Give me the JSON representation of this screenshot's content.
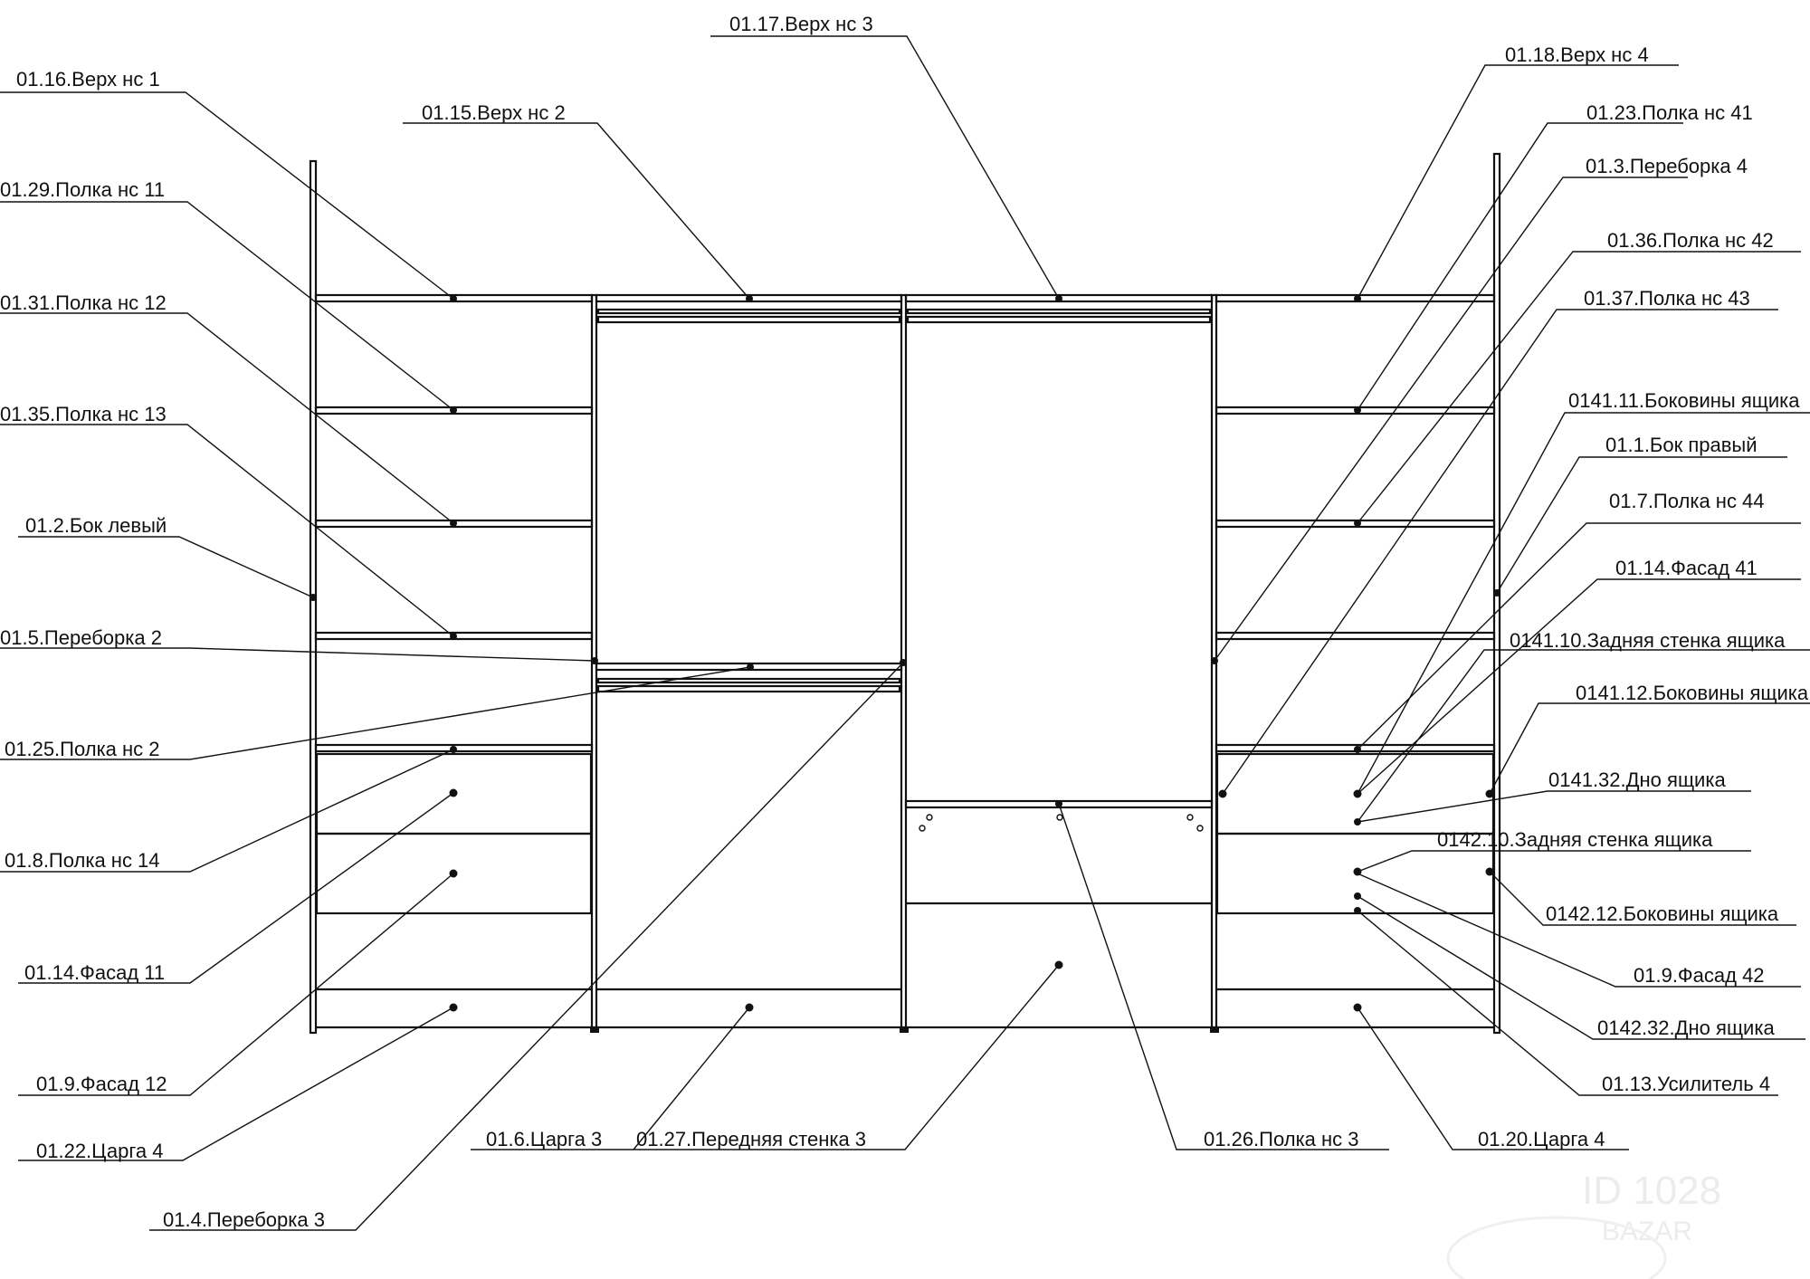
{
  "labels": {
    "l1": "01.16.Верх нс 1",
    "l2": "01.15.Верх нс 2",
    "l3": "01.17.Верх нс 3",
    "l4": "01.18.Верх нс 4",
    "l5": "01.29.Полка нс 11",
    "l6": "01.31.Полка нс 12",
    "l7": "01.35.Полка нс 13",
    "l8": "01.2.Бок левый",
    "l9": "01.5.Переборка 2",
    "l10": "01.25.Полка нс 2",
    "l11": "01.8.Полка нс 14",
    "l12": "01.14.Фасад 11",
    "l13": "01.9.Фасад 12",
    "l14": "01.22.Царга 4",
    "l15": "01.4.Переборка 3",
    "l16": "01.6.Царга 3",
    "l17": "01.27.Передняя стенка 3",
    "l18": "01.26.Полка нс 3",
    "l19": "01.20.Царга 4",
    "l20": "01.23.Полка нс 41",
    "l21": "01.3.Переборка 4",
    "l22": "01.36.Полка нс 42",
    "l23": "01.37.Полка нс 43",
    "l24": "0141.11.Боковины ящика",
    "l25": "01.1.Бок правый",
    "l26": "01.7.Полка нс 44",
    "l27": "01.14.Фасад 41",
    "l28": "0141.10.Задняя стенка ящика",
    "l29": "0141.12.Боковины ящика",
    "l30": "0141.32.Дно ящика",
    "l31": "0142.10.Задняя стенка ящика",
    "l32": "0142.12.Боковины ящика",
    "l33": "01.9.Фасад 42",
    "l34": "0142.32.Дно ящика",
    "l35": "01.13.Усилитель 4"
  },
  "watermark": {
    "id": "ID 1028",
    "brand": "BAZAR"
  }
}
